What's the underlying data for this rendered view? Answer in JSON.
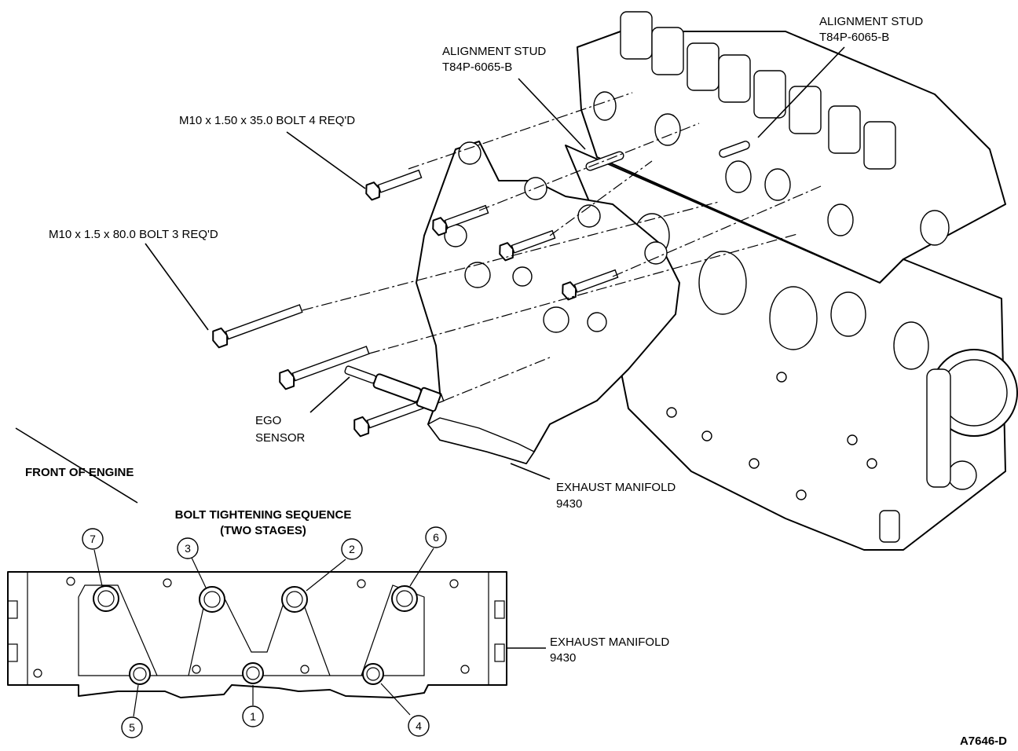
{
  "labels": {
    "alignment_stud_left_title": "ALIGNMENT STUD",
    "alignment_stud_left_part": "T84P-6065-B",
    "alignment_stud_right_title": "ALIGNMENT STUD",
    "alignment_stud_right_part": "T84P-6065-B",
    "bolt_short": "M10 x 1.50 x 35.0 BOLT 4 REQ'D",
    "bolt_long": "M10 x 1.5 x 80.0 BOLT 3 REQ'D",
    "ego_line1": "EGO",
    "ego_line2": "SENSOR",
    "front_of_engine": "FRONT OF ENGINE",
    "exhaust_manifold_top_title": "EXHAUST MANIFOLD",
    "exhaust_manifold_top_part": "9430",
    "sequence_title_line1": "BOLT TIGHTENING SEQUENCE",
    "sequence_title_line2": "(TWO STAGES)",
    "exhaust_manifold_bottom_title": "EXHAUST MANIFOLD",
    "exhaust_manifold_bottom_part": "9430",
    "figure_code": "A7646-D"
  },
  "sequence_numbers": {
    "n1": "1",
    "n2": "2",
    "n3": "3",
    "n4": "4",
    "n5": "5",
    "n6": "6",
    "n7": "7"
  }
}
